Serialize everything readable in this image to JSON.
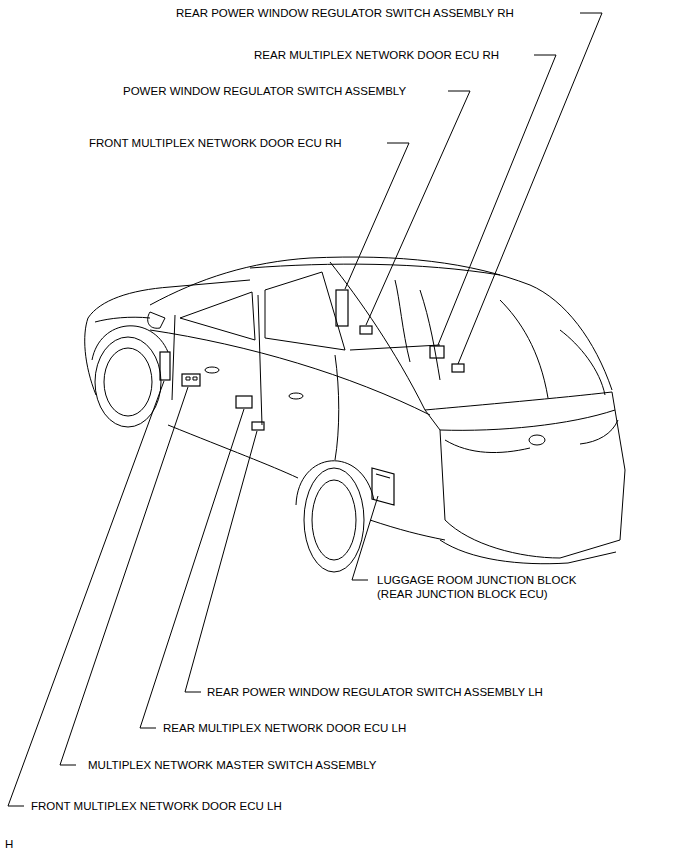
{
  "diagram": {
    "labels": [
      "REAR POWER WINDOW REGULATOR SWITCH ASSEMBLY RH",
      "REAR MULTIPLEX NETWORK DOOR ECU RH",
      "POWER WINDOW REGULATOR SWITCH ASSEMBLY",
      "FRONT MULTIPLEX NETWORK DOOR ECU RH",
      "LUGGAGE ROOM JUNCTION BLOCK (REAR JUNCTION BLOCK ECU)",
      "REAR POWER WINDOW REGULATOR SWITCH ASSEMBLY LH",
      "REAR MULTIPLEX NETWORK DOOR ECU LH",
      "MULTIPLEX NETWORK MASTER SWITCH ASSEMBLY",
      "FRONT MULTIPLEX NETWORK DOOR ECU LH",
      "H"
    ]
  }
}
